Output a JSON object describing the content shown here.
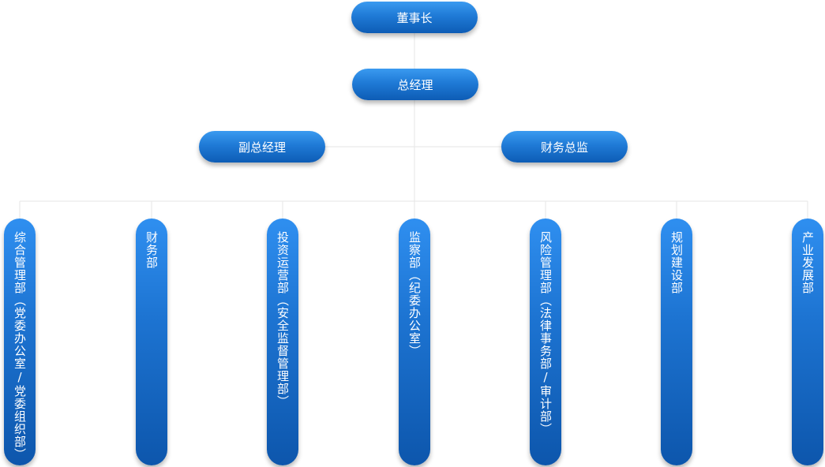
{
  "nodes": {
    "chairman": "董事长",
    "general_manager": "总经理",
    "deputy_gm": "副总经理",
    "cfo": "财务总监"
  },
  "departments": [
    "综合管理部（党委办公室/党委组织部）",
    "财务部",
    "投资运营部（安全监督管理部）",
    "监察部（纪委办公室）",
    "风险管理部（法律事务部/审计部）",
    "规划建设部",
    "产业发展部"
  ],
  "colors": {
    "node_top": "#3a9af0",
    "node_bottom": "#0d5cb5",
    "connector": "#e6e6e6"
  }
}
